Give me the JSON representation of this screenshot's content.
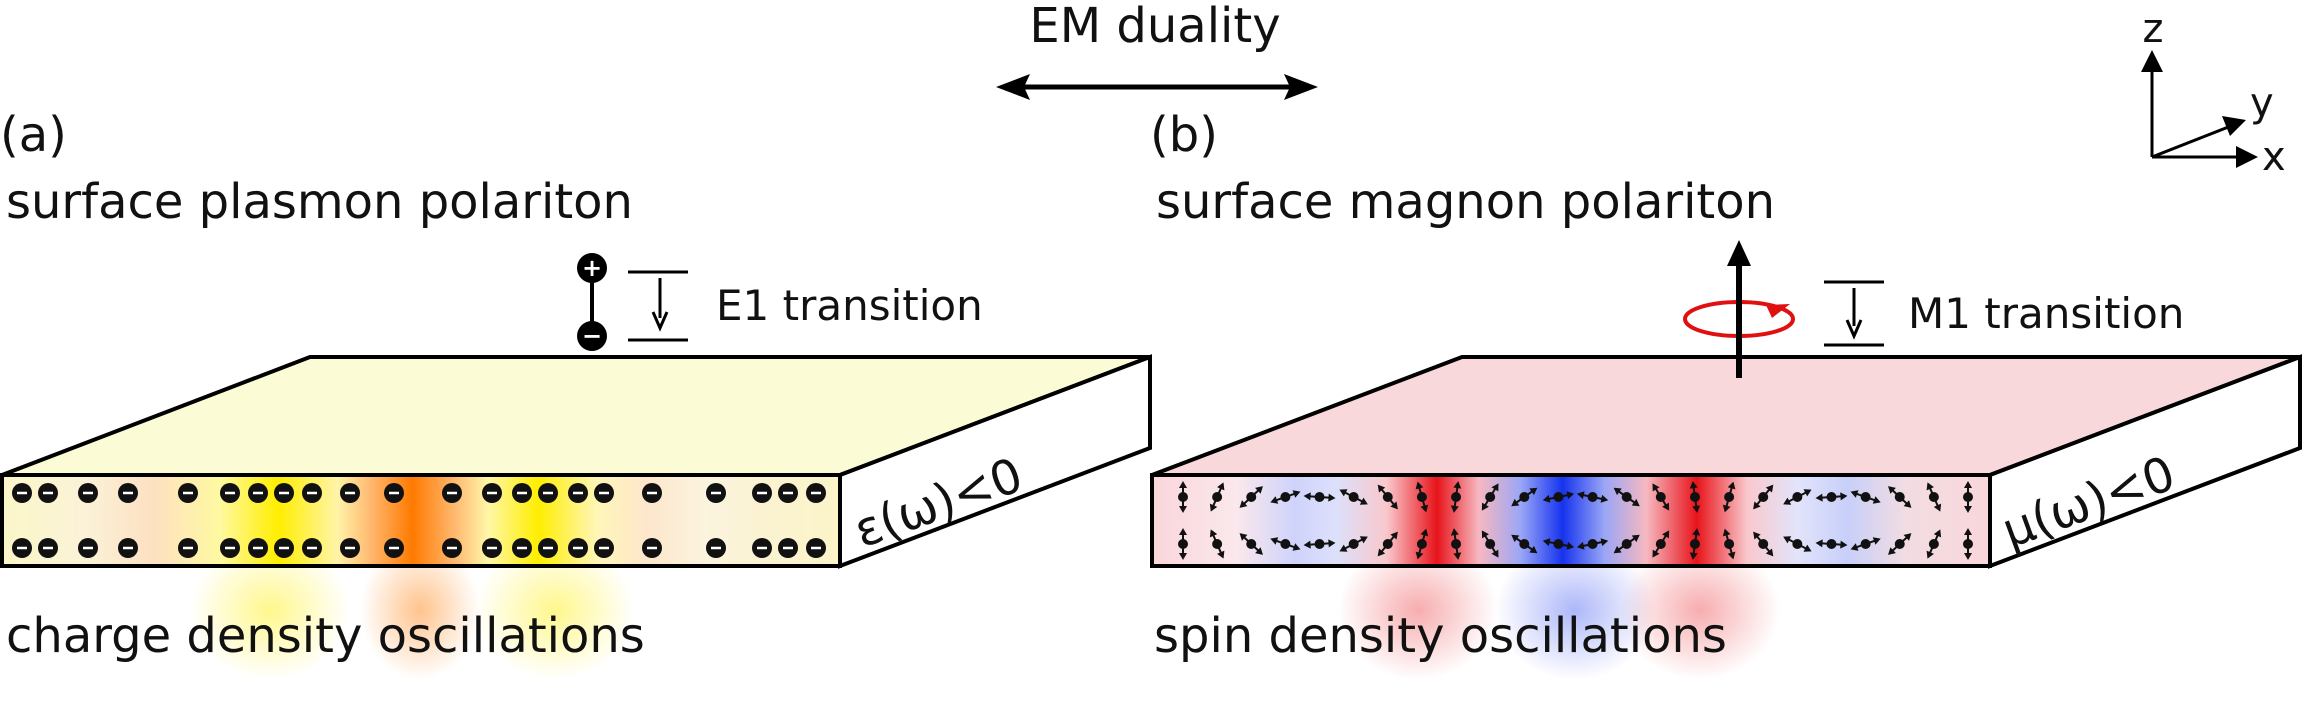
{
  "header": {
    "title": "EM duality"
  },
  "axes": {
    "z": "z",
    "y": "y",
    "x": "x"
  },
  "panel_a": {
    "tag": "(a)",
    "title": "surface plasmon polariton",
    "transition": "E1 transition",
    "plus_sign": "+",
    "minus_sign": "−",
    "condition": "ε(ω)<0",
    "caption": "charge density oscillations",
    "colors": {
      "top": "#fbfbd6",
      "yellow": "#ffee00",
      "orange": "#ff7a00"
    }
  },
  "panel_b": {
    "tag": "(b)",
    "title": "surface magnon polariton",
    "transition": "M1 transition",
    "condition": "μ(ω)<0",
    "caption": "spin density oscillations",
    "colors": {
      "top": "#f9d8dc",
      "red": "#e8141b",
      "blue": "#1633ee",
      "loop": "#e01010"
    }
  }
}
